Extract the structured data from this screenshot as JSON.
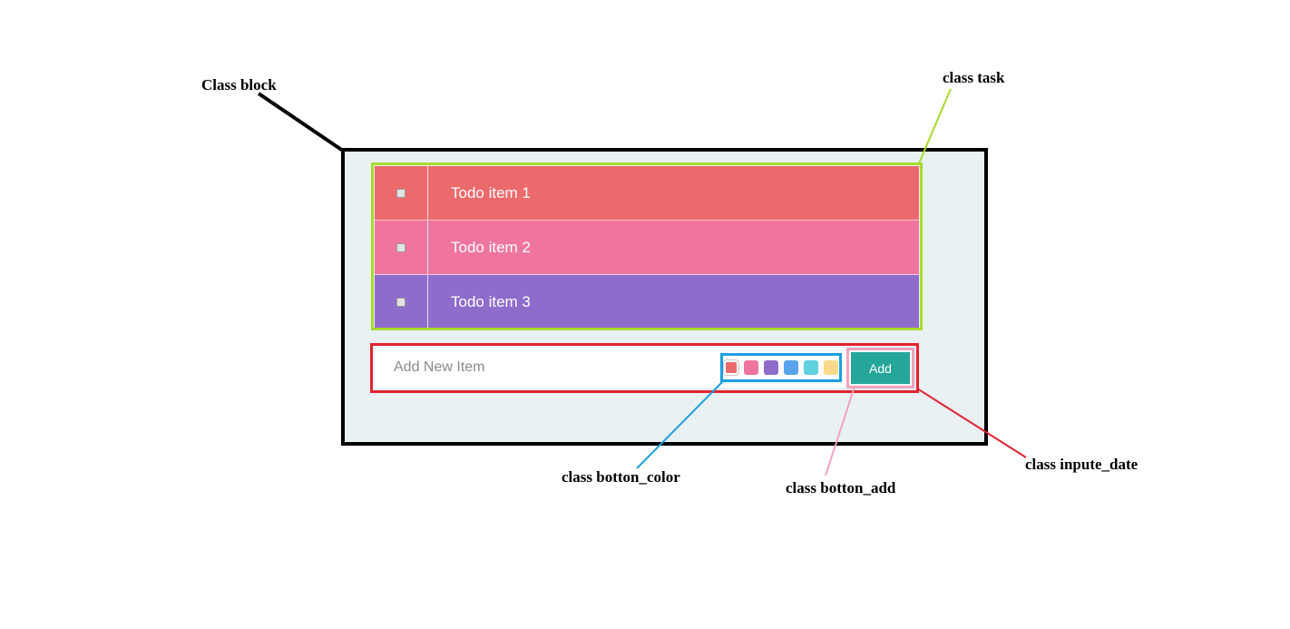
{
  "annotations": {
    "block": "Class block",
    "task": "class task",
    "botton_color": "class botton_color",
    "botton_add": "class botton_add",
    "inpute_date": "class inpute_date"
  },
  "tasks": [
    {
      "text": "Todo item 1",
      "color": "#ec6a6c",
      "checked": false
    },
    {
      "text": "Todo item 2",
      "color": "#ef759e",
      "checked": false
    },
    {
      "text": "Todo item 3",
      "color": "#8e6ccb",
      "checked": false
    }
  ],
  "new_item": {
    "placeholder": "Add New Item",
    "value": ""
  },
  "color_options": [
    {
      "color": "#ec6a6c",
      "selected": true
    },
    {
      "color": "#ef759e",
      "selected": false
    },
    {
      "color": "#8e6ccb",
      "selected": false
    },
    {
      "color": "#5aa4ee",
      "selected": false
    },
    {
      "color": "#5fd1df",
      "selected": false
    },
    {
      "color": "#fad98b",
      "selected": false
    }
  ],
  "add_button": {
    "label": "Add",
    "color": "#26a69a"
  },
  "outline_colors": {
    "block": "#000000",
    "task": "#a6dc2c",
    "inpute_date": "#e2232f",
    "botton_color": "#1a9fe0",
    "botton_add": "#f4a3bf"
  }
}
